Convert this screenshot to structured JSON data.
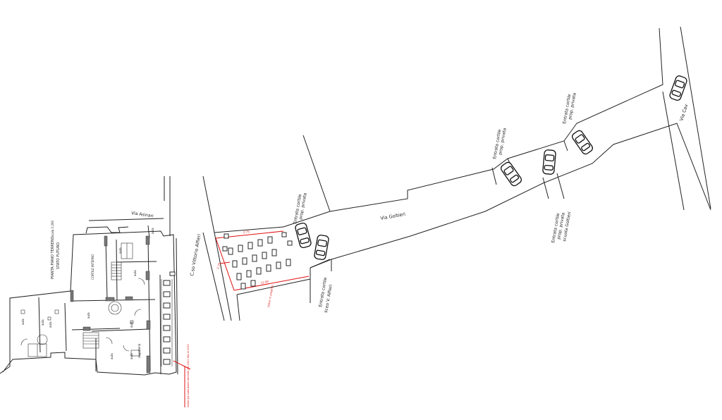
{
  "plan": {
    "title_line1": "PIANTA PIANO TERRENO",
    "title_scale": "scala 1:200",
    "title_line2": "STATO FUTURO",
    "room_labels": [
      "CORTILE INTERNO",
      "aula",
      "aula",
      "aula",
      "aula",
      "aula",
      "aula",
      "aula",
      "aula",
      "aula",
      "aula",
      "segreteria"
    ],
    "red_note": "Dehor già autorizzato dall'ente dal 2021 fino al 2025"
  },
  "streets": {
    "via_asinari": "Via Asinari",
    "corso_alfieri": "C.so Vittorio Alfieri",
    "via_goltieri": "Via Goltieri",
    "via_cavour": "Via Cav"
  },
  "labels": {
    "cortile_1_l1": "Entrata cortile",
    "cortile_1_l2": "prop. privata",
    "liceo_l1": "Entrata cortile",
    "liceo_l2": "liceo V. Alfieri",
    "cortile_2_l1": "Entrata cortile",
    "cortile_2_l2": "prop. privata",
    "cortile_3_l1": "Entrata cortile",
    "cortile_3_l2": "prop. privata",
    "scuola_l1": "Entrata cortile",
    "scuola_l2": "prop. privata",
    "scuola_l3": "scuola Goltieri",
    "dehor_note": "Dehor in progetto"
  },
  "dimensions": {
    "d1": "2.75",
    "d2": "2.75",
    "d3": "12.00"
  },
  "colors": {
    "line": "#222222",
    "annotation": "#e01010",
    "background": "#ffffff"
  }
}
